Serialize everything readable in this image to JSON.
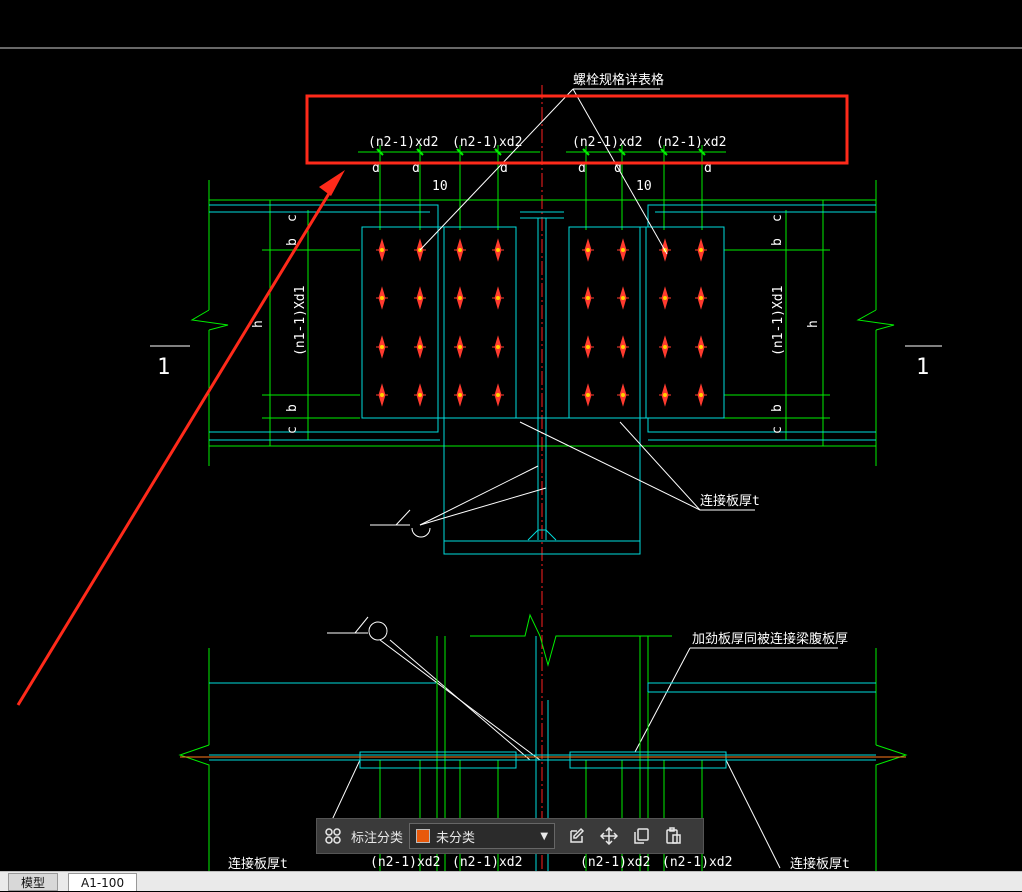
{
  "drawing": {
    "top_title": "螺栓规格详表格",
    "n2_labels": [
      "(n2-1)xd2",
      "(n2-1)xd2",
      "(n2-1)xd2",
      "(n2-1)xd2"
    ],
    "c_label": "c",
    "b_label": "b",
    "d_label": "d",
    "ten_label": "10",
    "h_label": "h",
    "n1_label": "(n1-1)Xd1",
    "section_mark": "1",
    "plate_thickness_label": "连接板厚t",
    "stiffener_label": "加劲板厚同被连接梁腹板厚",
    "bottom_n2_labels": [
      "(n2-1)xd2",
      "(n2-1)xd2",
      "(n2-1)xd2",
      "(n2-1)xd2"
    ],
    "bottom_side_label": "连接板厚t"
  },
  "toolbar": {
    "category_label": "标注分类",
    "selected_category": "未分类",
    "swatch_color": "#e8590c",
    "icons": [
      "grid-icon",
      "edit-icon",
      "move-icon",
      "copy-icon",
      "paste-icon"
    ]
  },
  "tabs": {
    "model": "模型",
    "layout": "A1-100"
  },
  "colors": {
    "background": "#000000",
    "green": "#00ff00",
    "cyan": "#00e5e5",
    "white": "#ffffff",
    "red_highlight": "#ff2a1a",
    "bolt": "#ff3b2f"
  }
}
